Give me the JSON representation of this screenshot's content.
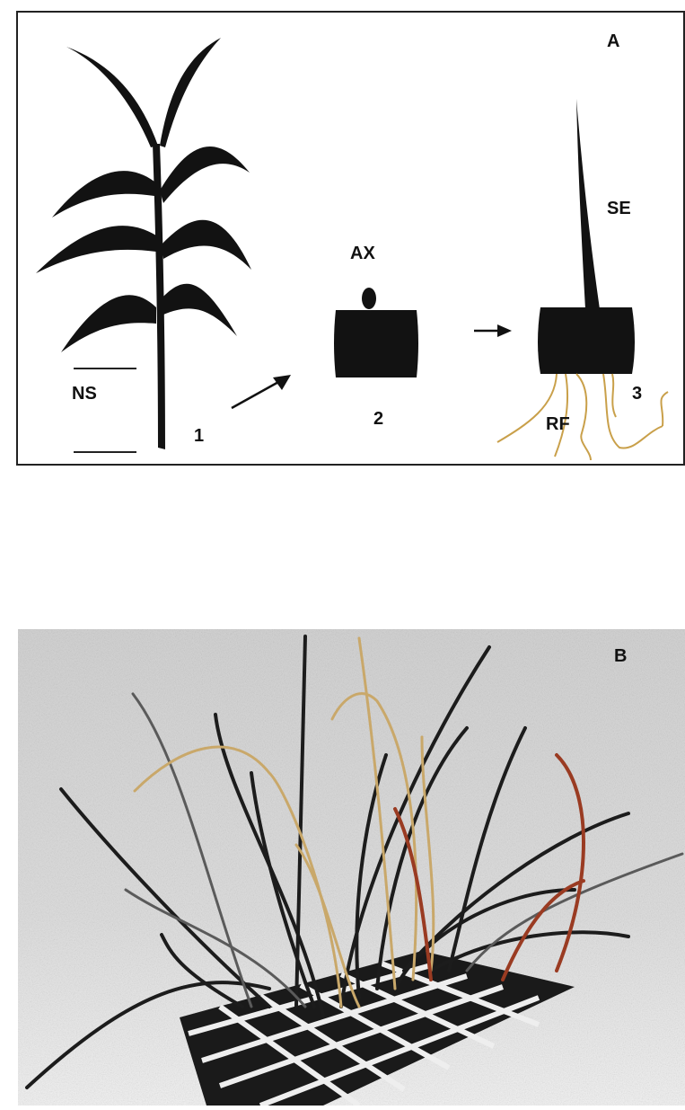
{
  "panel_a": {
    "panel_label": "A",
    "labels": {
      "node_section": "NS",
      "axillary_bud": "AX",
      "shoot": "SE",
      "roots": "RF"
    },
    "steps": {
      "step1": "1",
      "step2": "2",
      "step3": "3"
    },
    "colors": {
      "silhouette": "#121212",
      "root": "#c9a04a",
      "frame": "#222222"
    }
  },
  "panel_b": {
    "panel_label": "B",
    "colors": {
      "background": "#d3d3d3",
      "tray": "#1a1a1a",
      "leaf_dark": "#1c1c1c",
      "leaf_dry": "#c9a86a",
      "leaf_red": "#9a3b22"
    }
  }
}
